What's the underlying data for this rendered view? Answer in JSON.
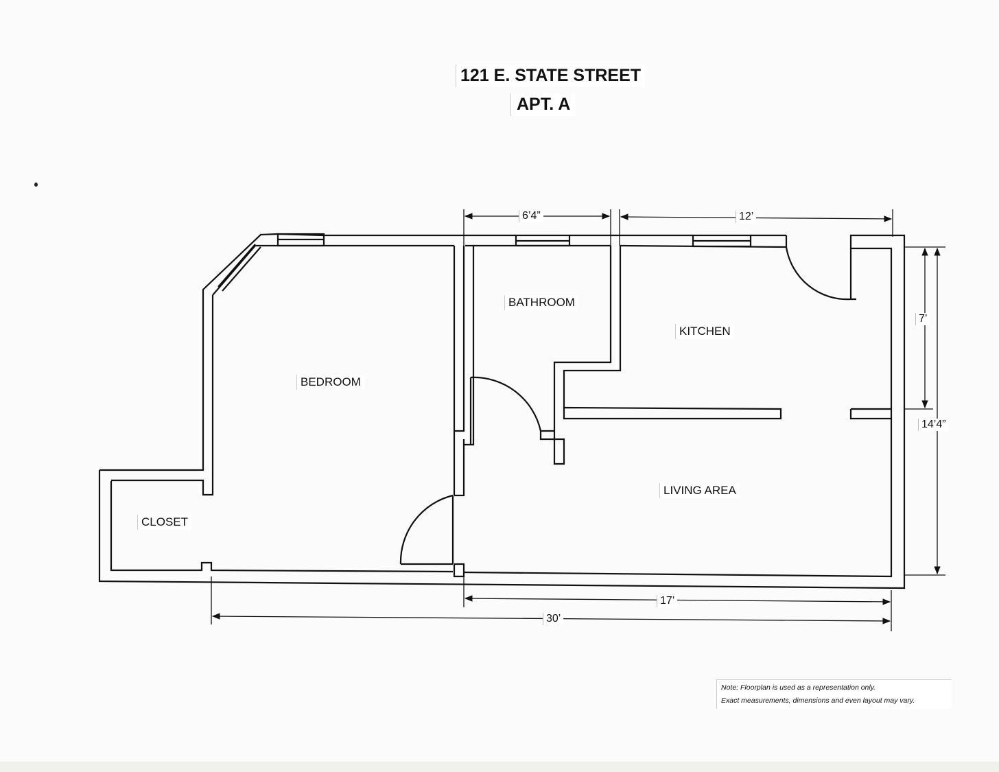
{
  "title": {
    "line1": "121 E. STATE STREET",
    "line2": "APT. A"
  },
  "rooms": {
    "bedroom": "BEDROOM",
    "bathroom": "BATHROOM",
    "kitchen": "KITCHEN",
    "living_area": "LIVING AREA",
    "closet": "CLOSET"
  },
  "dimensions": {
    "bathroom_width": "6’4”",
    "kitchen_width": "12’",
    "kitchen_depth": "7’",
    "total_depth": "14’4”",
    "living_width": "17’",
    "total_width": "30’"
  },
  "note": {
    "line1": "Note:  Floorplan is used as a representation only.",
    "line2": "Exact measurements, dimensions and even layout may vary."
  },
  "colors": {
    "ink": "#111111",
    "paper": "#fbfbfc"
  }
}
